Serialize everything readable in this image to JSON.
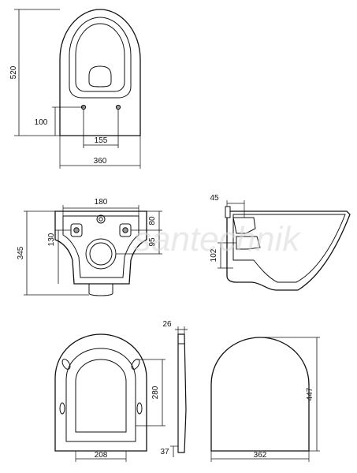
{
  "dimensions": {
    "top_length": "520",
    "top_hole_offset": "100",
    "top_hole_spacing": "155",
    "top_width": "360",
    "rear_hole_spacing": "180",
    "rear_height": "345",
    "rear_hole_height": "130",
    "rear_upper": "80",
    "rear_lower": "95",
    "side_offset": "45",
    "side_inlet": "102",
    "seat_thickness": "26",
    "seat_hinge": "280",
    "seat_width": "208",
    "seat_lip": "37",
    "seat_height": "447",
    "seat_total_width": "362"
  },
  "watermark": "santechnik",
  "colors": {
    "line": "#111111",
    "fill": "#ffffff",
    "hole": "#9a9a9a"
  }
}
